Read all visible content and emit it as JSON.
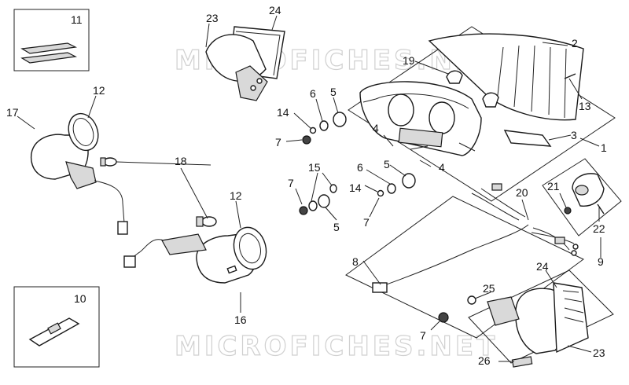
{
  "watermark": "MICROFICHES.NET",
  "callouts": {
    "c1": "1",
    "c2": "2",
    "c3": "3",
    "c4a": "4",
    "c4b": "4",
    "c5a": "5",
    "c5b": "5",
    "c5c": "5",
    "c6a": "6",
    "c6b": "6",
    "c7a": "7",
    "c7b": "7",
    "c7c": "7",
    "c7d": "7",
    "c8": "8",
    "c9": "9",
    "c10": "10",
    "c11": "11",
    "c12a": "12",
    "c12b": "12",
    "c13": "13",
    "c14a": "14",
    "c14b": "14",
    "c15": "15",
    "c16": "16",
    "c17": "17",
    "c18": "18",
    "c19": "19",
    "c20": "20",
    "c21": "21",
    "c22": "22",
    "c23a": "23",
    "c23b": "23",
    "c24a": "24",
    "c24b": "24",
    "c25": "25",
    "c26": "26"
  }
}
